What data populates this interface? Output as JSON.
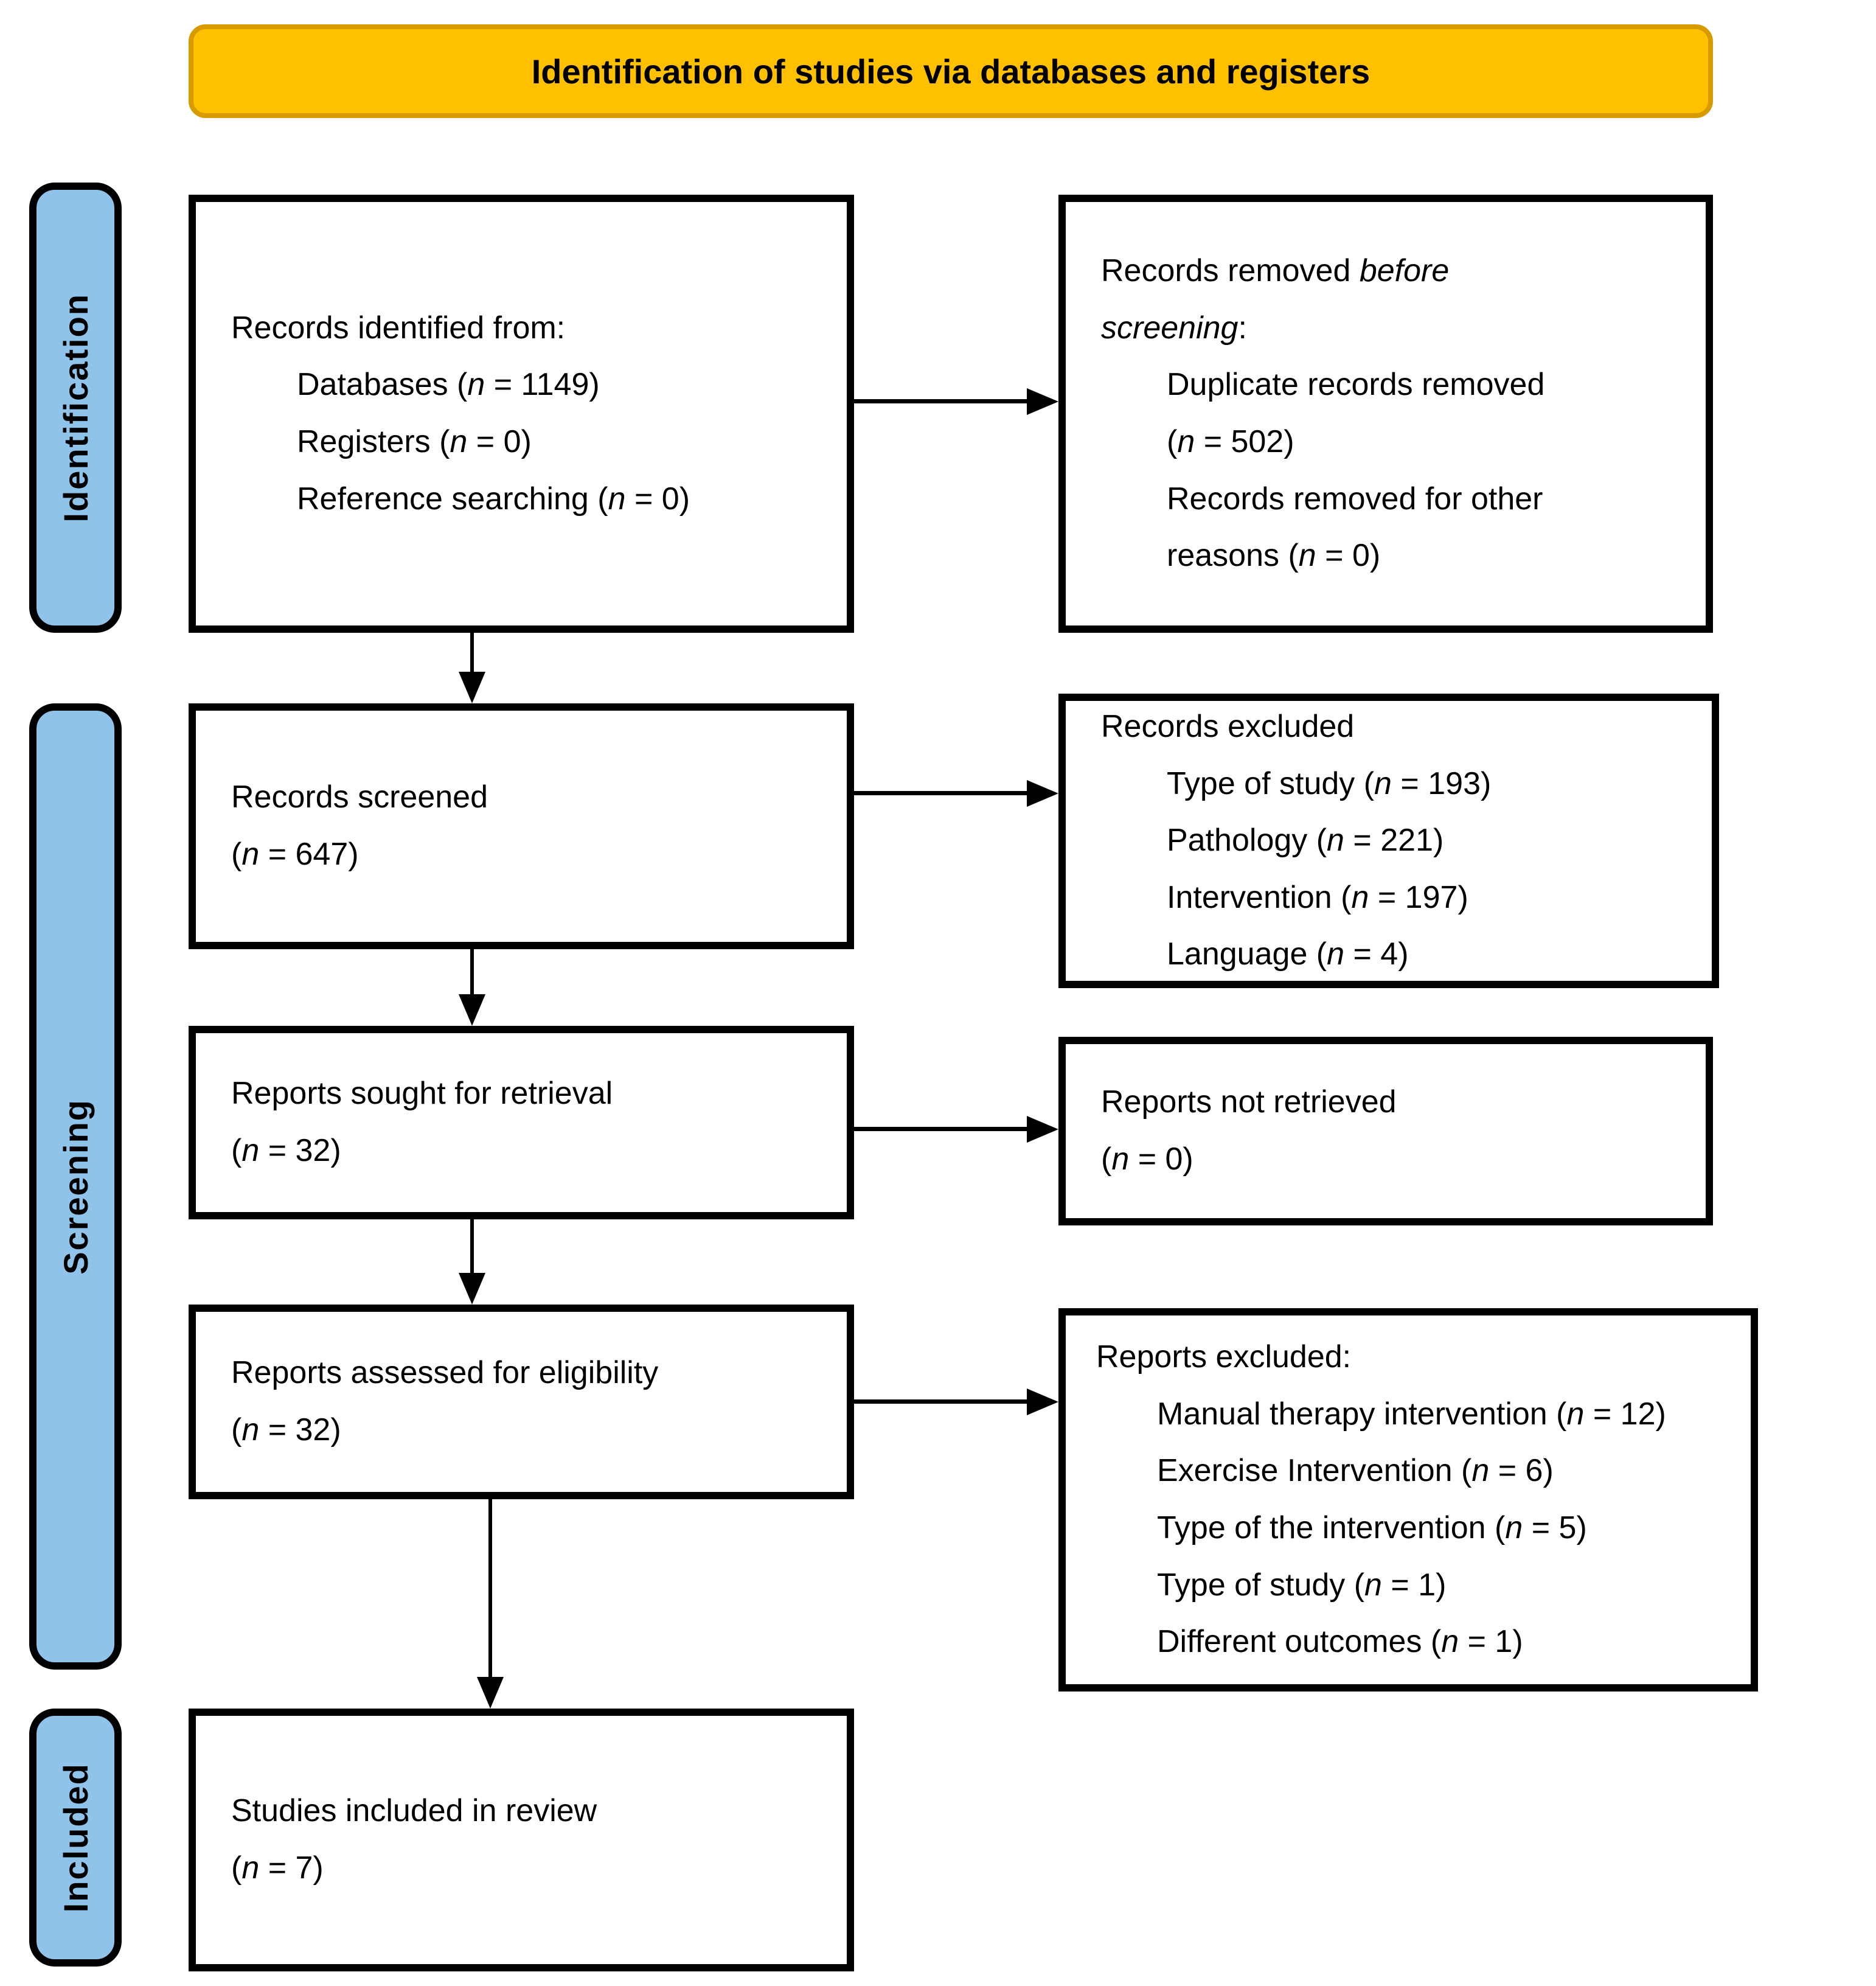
{
  "banner": {
    "title": "Identification of studies via databases and registers"
  },
  "stages": {
    "identification": "Identification",
    "screening": "Screening",
    "included": "Included"
  },
  "colors": {
    "banner_fill": "#FFC000",
    "banner_border": "#D79B00",
    "stage_fill": "#8FC3E9",
    "box_border": "#000000",
    "arrow": "#000000"
  },
  "flow": {
    "boxes": [
      {
        "id": "records-identified",
        "lines": [
          {
            "text": "Records identified from:",
            "indent": 0
          },
          {
            "text": "Databases (*n* = 1149)",
            "indent": 1
          },
          {
            "text": "Registers (*n* = 0)",
            "indent": 1
          },
          {
            "text": "Reference searching (*n* = 0)",
            "indent": 1
          }
        ]
      },
      {
        "id": "records-removed",
        "lines": [
          {
            "text": "Records removed *before*",
            "indent": 0
          },
          {
            "text": "*screening*:",
            "indent": 0
          },
          {
            "text": "Duplicate records removed",
            "indent": 1
          },
          {
            "text": "(*n* = 502)",
            "indent": 1
          },
          {
            "text": "Records removed for other",
            "indent": 1
          },
          {
            "text": "reasons (*n* = 0)",
            "indent": 1
          }
        ]
      },
      {
        "id": "records-screened",
        "lines": [
          {
            "text": "Records screened",
            "indent": 0
          },
          {
            "text": "(*n* = 647)",
            "indent": 0
          }
        ]
      },
      {
        "id": "records-excluded",
        "lines": [
          {
            "text": "Records excluded",
            "indent": 0
          },
          {
            "text": "Type of study (*n* = 193)",
            "indent": 1
          },
          {
            "text": "Pathology (*n* = 221)",
            "indent": 1
          },
          {
            "text": "Intervention (*n* = 197)",
            "indent": 1
          },
          {
            "text": "Language (*n* = 4)",
            "indent": 1
          }
        ]
      },
      {
        "id": "reports-sought",
        "lines": [
          {
            "text": "Reports sought for retrieval",
            "indent": 0
          },
          {
            "text": "(*n* = 32)",
            "indent": 0
          }
        ]
      },
      {
        "id": "reports-not-retrieved",
        "lines": [
          {
            "text": "Reports not retrieved",
            "indent": 0
          },
          {
            "text": "(*n* = 0)",
            "indent": 0
          }
        ]
      },
      {
        "id": "reports-assessed",
        "lines": [
          {
            "text": "Reports assessed for eligibility",
            "indent": 0
          },
          {
            "text": "(*n* = 32)",
            "indent": 0
          }
        ]
      },
      {
        "id": "reports-excluded",
        "lines": [
          {
            "text": "Reports excluded:",
            "indent": 0
          },
          {
            "text": "Manual therapy intervention (*n* = 12)",
            "indent": 1
          },
          {
            "text": "Exercise Intervention (*n* = 6)",
            "indent": 1
          },
          {
            "text": "Type of the intervention (*n* = 5)",
            "indent": 1
          },
          {
            "text": "Type of study (*n* = 1)",
            "indent": 1
          },
          {
            "text": "Different outcomes (*n* = 1)",
            "indent": 1
          }
        ]
      },
      {
        "id": "studies-included",
        "lines": [
          {
            "text": "Studies included in review",
            "indent": 0
          },
          {
            "text": "(*n* = 7)",
            "indent": 0
          }
        ]
      }
    ]
  }
}
